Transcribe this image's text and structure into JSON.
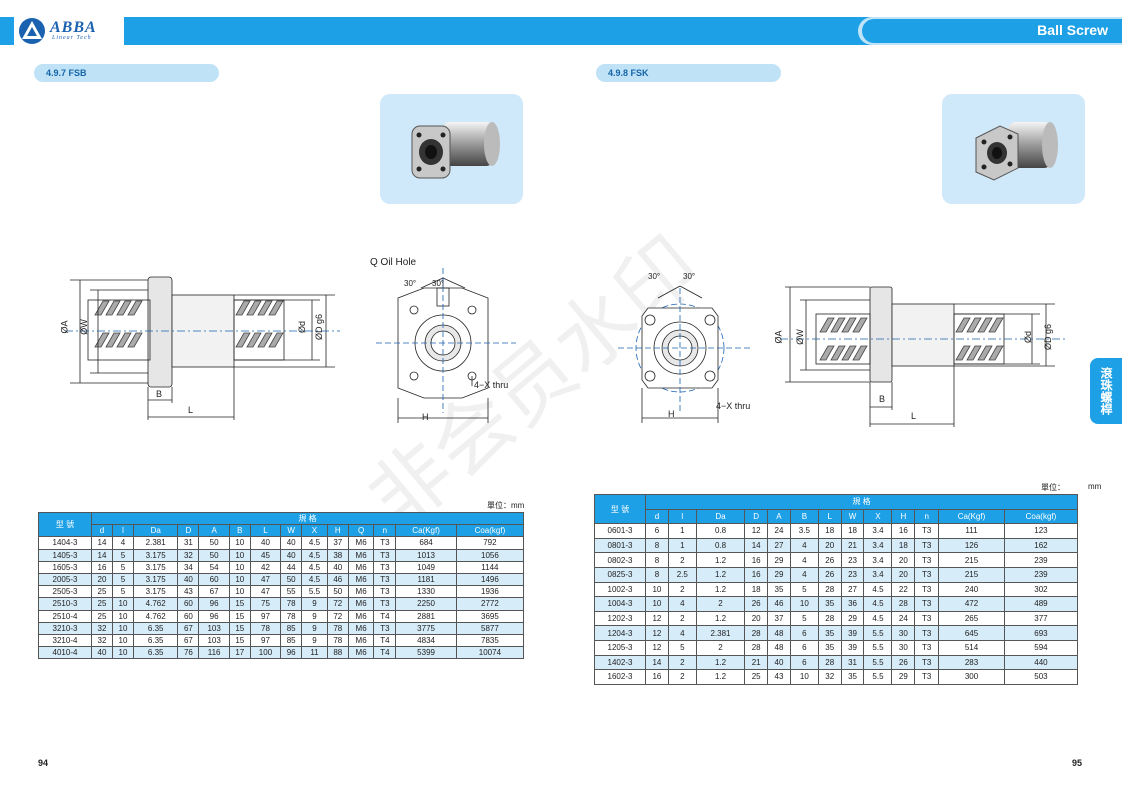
{
  "header": {
    "brand": "ABBA",
    "brand_sub": "Linear Tech",
    "title": "Ball Screw"
  },
  "left": {
    "section": "4.9.7  FSB",
    "page_number": "94",
    "unit": "單位：mm",
    "drawing": {
      "oil_hole": "Q Oil Hole",
      "angle1": "30°",
      "angle2": "30°",
      "thru": "4−X thru",
      "dim_A": "ØA",
      "dim_W": "ØW",
      "dim_d": "Ød",
      "dim_D": "ØD g6",
      "dim_B": "B",
      "dim_L": "L",
      "dim_H": "H"
    },
    "table": {
      "model_header": "型  號",
      "spec_header": "規    格",
      "columns": [
        "d",
        "l",
        "Da",
        "D",
        "A",
        "B",
        "L",
        "W",
        "X",
        "H",
        "Q",
        "n",
        "Ca(Kgf)",
        "Coa(kgf)"
      ],
      "rows": [
        [
          "1404-3",
          "14",
          "4",
          "2.381",
          "31",
          "50",
          "10",
          "40",
          "40",
          "4.5",
          "37",
          "M6",
          "T3",
          "684",
          "792"
        ],
        [
          "1405-3",
          "14",
          "5",
          "3.175",
          "32",
          "50",
          "10",
          "45",
          "40",
          "4.5",
          "38",
          "M6",
          "T3",
          "1013",
          "1056"
        ],
        [
          "1605-3",
          "16",
          "5",
          "3.175",
          "34",
          "54",
          "10",
          "42",
          "44",
          "4.5",
          "40",
          "M6",
          "T3",
          "1049",
          "1144"
        ],
        [
          "2005-3",
          "20",
          "5",
          "3.175",
          "40",
          "60",
          "10",
          "47",
          "50",
          "4.5",
          "46",
          "M6",
          "T3",
          "1181",
          "1496"
        ],
        [
          "2505-3",
          "25",
          "5",
          "3.175",
          "43",
          "67",
          "10",
          "47",
          "55",
          "5.5",
          "50",
          "M6",
          "T3",
          "1330",
          "1936"
        ],
        [
          "2510-3",
          "25",
          "10",
          "4.762",
          "60",
          "96",
          "15",
          "75",
          "78",
          "9",
          "72",
          "M6",
          "T3",
          "2250",
          "2772"
        ],
        [
          "2510-4",
          "25",
          "10",
          "4.762",
          "60",
          "96",
          "15",
          "97",
          "78",
          "9",
          "72",
          "M6",
          "T4",
          "2881",
          "3695"
        ],
        [
          "3210-3",
          "32",
          "10",
          "6.35",
          "67",
          "103",
          "15",
          "78",
          "85",
          "9",
          "78",
          "M6",
          "T3",
          "3775",
          "5877"
        ],
        [
          "3210-4",
          "32",
          "10",
          "6.35",
          "67",
          "103",
          "15",
          "97",
          "85",
          "9",
          "78",
          "M6",
          "T4",
          "4834",
          "7835"
        ],
        [
          "4010-4",
          "40",
          "10",
          "6.35",
          "76",
          "116",
          "17",
          "100",
          "96",
          "11",
          "88",
          "M6",
          "T4",
          "5399",
          "10074"
        ]
      ]
    }
  },
  "right": {
    "section": "4.9.8  FSK",
    "page_number": "95",
    "unit_label": "單位：",
    "unit": "mm",
    "side_tab": "滾珠螺桿",
    "drawing": {
      "angle1": "30°",
      "angle2": "30°",
      "thru": "4−X thru",
      "dim_A": "ØA",
      "dim_W": "ØW",
      "dim_d": "Ød",
      "dim_D": "ØD g6",
      "dim_B": "B",
      "dim_L": "L",
      "dim_H": "H"
    },
    "table": {
      "model_header": "型  號",
      "spec_header": "規    格",
      "columns": [
        "d",
        "l",
        "Da",
        "D",
        "A",
        "B",
        "L",
        "W",
        "X",
        "H",
        "n",
        "Ca(Kgf)",
        "Coa(kgf)"
      ],
      "rows": [
        [
          "0601-3",
          "6",
          "1",
          "0.8",
          "12",
          "24",
          "3.5",
          "18",
          "18",
          "3.4",
          "16",
          "T3",
          "111",
          "123"
        ],
        [
          "0801-3",
          "8",
          "1",
          "0.8",
          "14",
          "27",
          "4",
          "20",
          "21",
          "3.4",
          "18",
          "T3",
          "126",
          "162"
        ],
        [
          "0802-3",
          "8",
          "2",
          "1.2",
          "16",
          "29",
          "4",
          "26",
          "23",
          "3.4",
          "20",
          "T3",
          "215",
          "239"
        ],
        [
          "0825-3",
          "8",
          "2.5",
          "1.2",
          "16",
          "29",
          "4",
          "26",
          "23",
          "3.4",
          "20",
          "T3",
          "215",
          "239"
        ],
        [
          "1002-3",
          "10",
          "2",
          "1.2",
          "18",
          "35",
          "5",
          "28",
          "27",
          "4.5",
          "22",
          "T3",
          "240",
          "302"
        ],
        [
          "1004-3",
          "10",
          "4",
          "2",
          "26",
          "46",
          "10",
          "35",
          "36",
          "4.5",
          "28",
          "T3",
          "472",
          "489"
        ],
        [
          "1202-3",
          "12",
          "2",
          "1.2",
          "20",
          "37",
          "5",
          "28",
          "29",
          "4.5",
          "24",
          "T3",
          "265",
          "377"
        ],
        [
          "1204-3",
          "12",
          "4",
          "2.381",
          "28",
          "48",
          "6",
          "35",
          "39",
          "5.5",
          "30",
          "T3",
          "645",
          "693"
        ],
        [
          "1205-3",
          "12",
          "5",
          "2",
          "28",
          "48",
          "6",
          "35",
          "39",
          "5.5",
          "30",
          "T3",
          "514",
          "594"
        ],
        [
          "1402-3",
          "14",
          "2",
          "1.2",
          "21",
          "40",
          "6",
          "28",
          "31",
          "5.5",
          "26",
          "T3",
          "283",
          "440"
        ],
        [
          "1602-3",
          "16",
          "2",
          "1.2",
          "25",
          "43",
          "10",
          "32",
          "35",
          "5.5",
          "29",
          "T3",
          "300",
          "503"
        ]
      ]
    }
  }
}
